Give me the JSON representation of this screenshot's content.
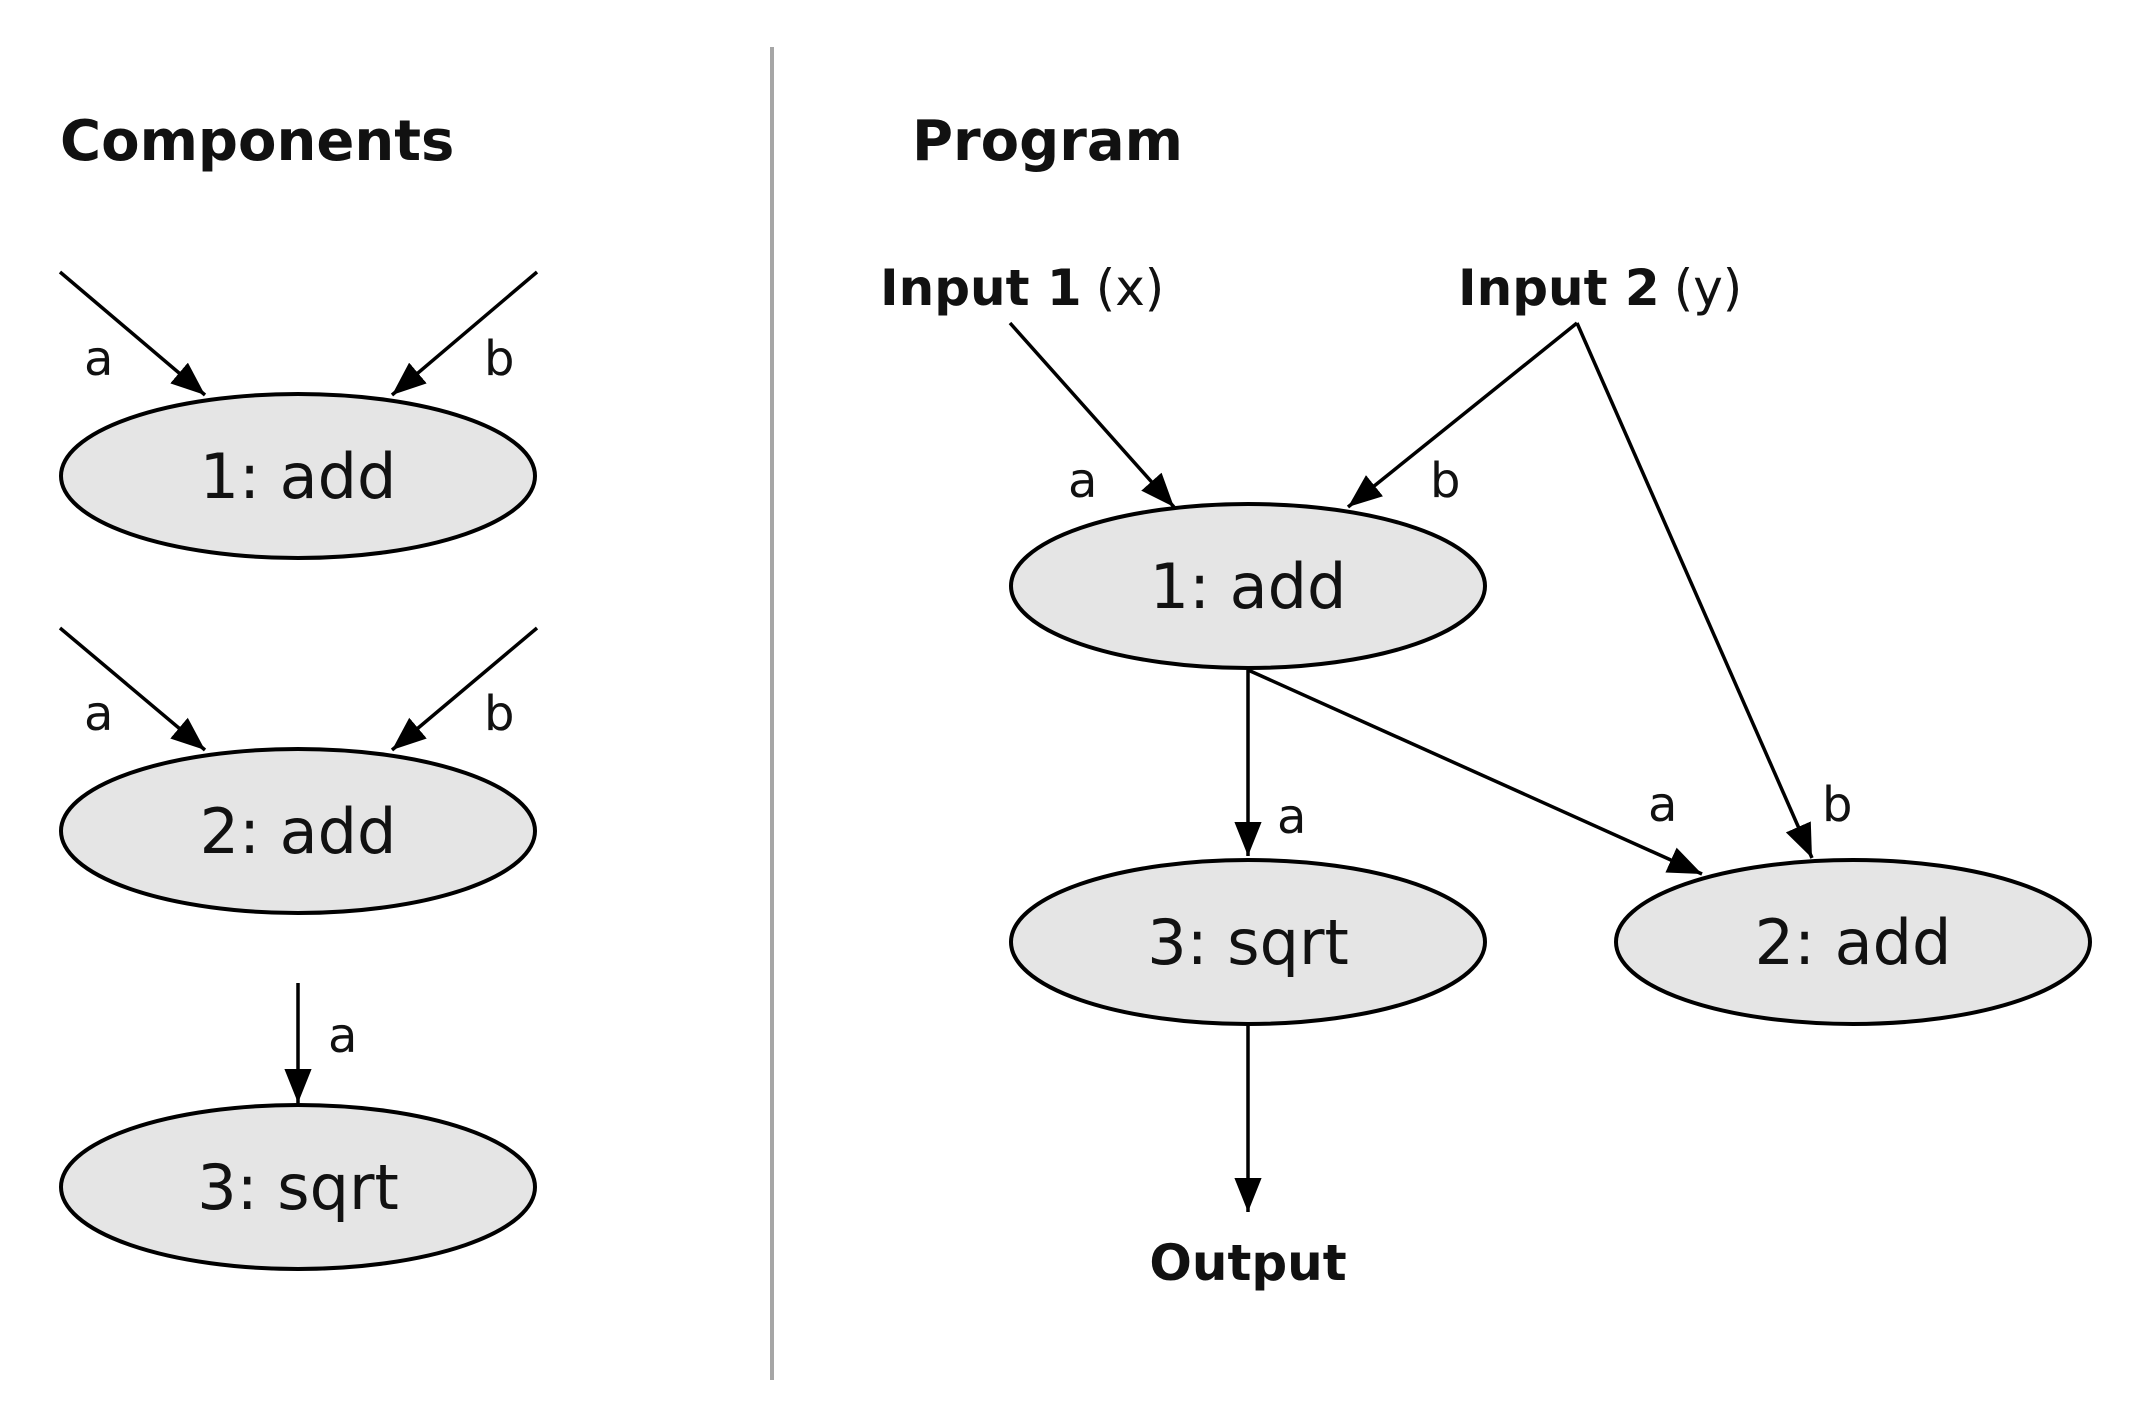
{
  "components": {
    "title": "Components",
    "nodes": {
      "n1": "1: add",
      "n2": "2: add",
      "n3": "3: sqrt"
    },
    "labels": {
      "a": "a",
      "b": "b"
    }
  },
  "program": {
    "title": "Program",
    "input1": {
      "name": "Input 1",
      "var": "(x)"
    },
    "input2": {
      "name": "Input 2",
      "var": "(y)"
    },
    "output": "Output",
    "nodes": {
      "n1": "1: add",
      "n2": "2: add",
      "n3": "3: sqrt"
    },
    "labels": {
      "a": "a",
      "b": "b"
    }
  },
  "colors": {
    "node_fill": "#e5e5e5",
    "stroke": "#000000",
    "divider": "#a6a6a6"
  }
}
